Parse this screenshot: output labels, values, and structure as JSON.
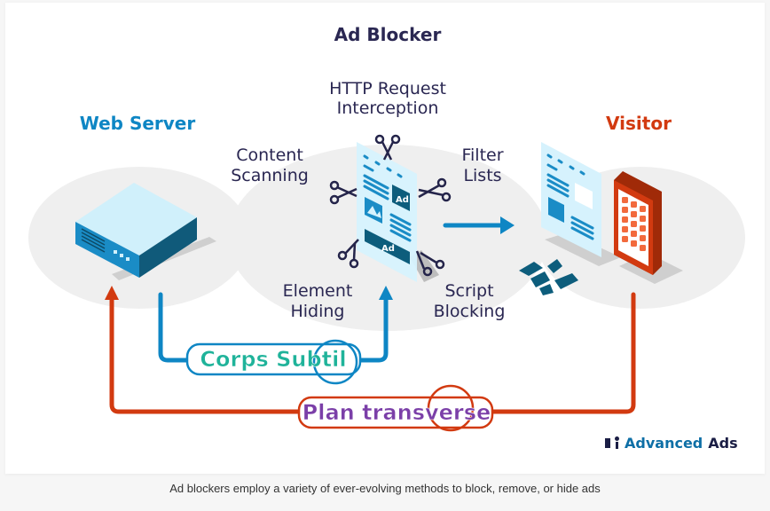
{
  "diagram": {
    "title": "Ad Blocker",
    "nodes": {
      "web_server": "Web Server",
      "visitor": "Visitor"
    },
    "methods": {
      "http_request_line1": "HTTP Request",
      "http_request_line2": "Interception",
      "content_scanning_line1": "Content",
      "content_scanning_line2": "Scanning",
      "filter_lists_line1": "Filter",
      "filter_lists_line2": "Lists",
      "element_hiding_line1": "Element",
      "element_hiding_line2": "Hiding",
      "script_blocking_line1": "Script",
      "script_blocking_line2": "Blocking"
    },
    "badges": {
      "blue_path": "Corps Subtil",
      "red_path": "Plan transverse"
    },
    "ad_labels": {
      "ad_small": "Ad",
      "ad_banner": "Ad"
    },
    "colors": {
      "title": "#2a2752",
      "web_server": "#0e86c4",
      "visitor": "#d23a10",
      "blue_path": "#0e86c4",
      "red_path": "#d23a10",
      "badge_blue_text": "#1fb39a",
      "badge_red_text": "#7b3fa8"
    }
  },
  "brand": {
    "name_part1": "Advanced",
    "name_part2": "Ads"
  },
  "caption": "Ad blockers employ a variety of ever-evolving methods to block, remove, or hide ads"
}
